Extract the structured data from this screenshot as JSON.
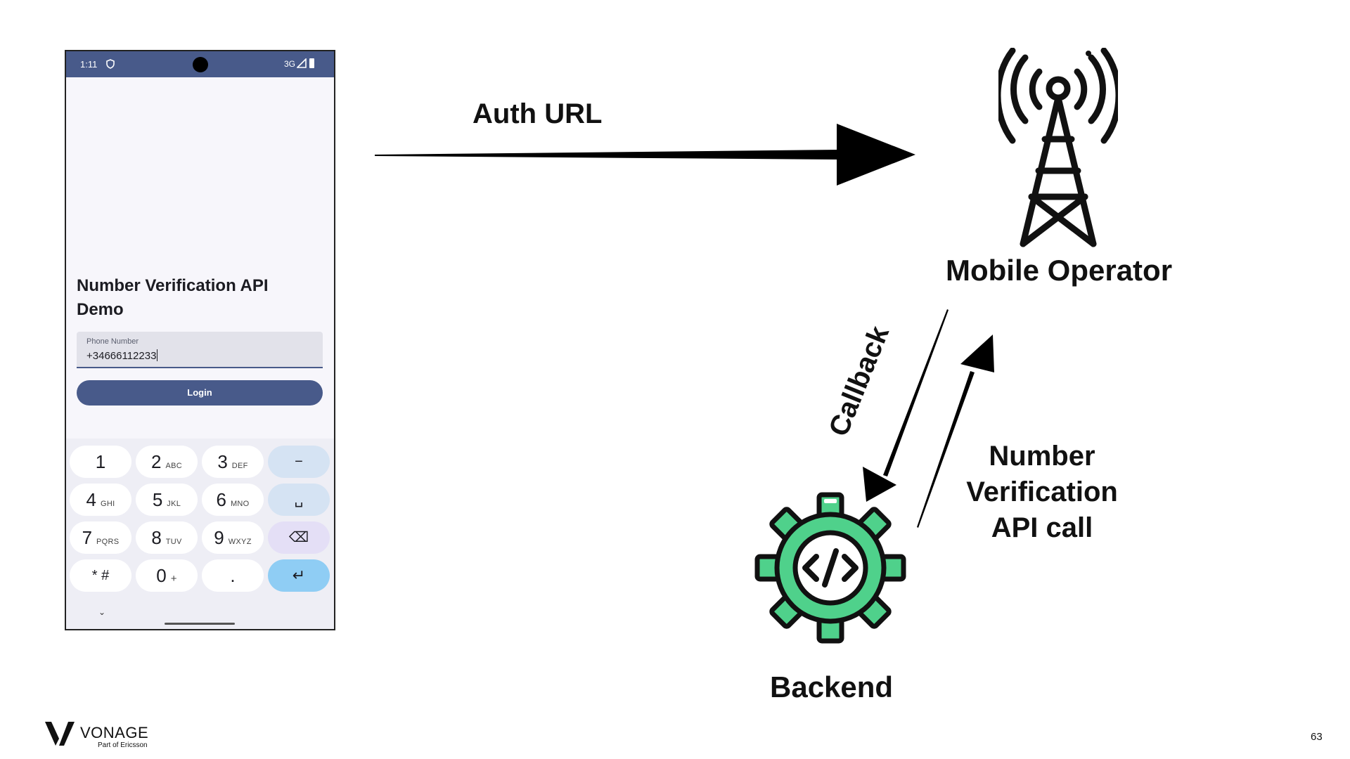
{
  "phone": {
    "status_time": "1:11",
    "network": "3G",
    "app_title": "Number Verification API Demo",
    "field_label": "Phone Number",
    "field_value": "+34666112233",
    "login_label": "Login",
    "keys": [
      {
        "main": "1",
        "sub": ""
      },
      {
        "main": "2",
        "sub": "ABC"
      },
      {
        "main": "3",
        "sub": "DEF"
      },
      {
        "main": "−",
        "sub": ""
      },
      {
        "main": "4",
        "sub": "GHI"
      },
      {
        "main": "5",
        "sub": "JKL"
      },
      {
        "main": "6",
        "sub": "MNO"
      },
      {
        "main": "␣",
        "sub": ""
      },
      {
        "main": "7",
        "sub": "PQRS"
      },
      {
        "main": "8",
        "sub": "TUV"
      },
      {
        "main": "9",
        "sub": "WXYZ"
      },
      {
        "main": "⌫",
        "sub": ""
      },
      {
        "main": "* #",
        "sub": ""
      },
      {
        "main": "0",
        "sub": "+"
      },
      {
        "main": ".",
        "sub": ""
      },
      {
        "main": "↵",
        "sub": ""
      }
    ]
  },
  "diagram": {
    "auth_url": "Auth URL",
    "mobile_operator": "Mobile Operator",
    "callback": "Callback",
    "nv_call": [
      "Number",
      "Verification",
      "API call"
    ],
    "backend": "Backend"
  },
  "footer": {
    "brand": "VONAGE",
    "brand_sub": "Part of Ericsson",
    "page_number": "63"
  },
  "colors": {
    "phone_accent": "#485a8a",
    "gear_fill": "#4fd18b",
    "enter_key": "#8fcdf4"
  }
}
